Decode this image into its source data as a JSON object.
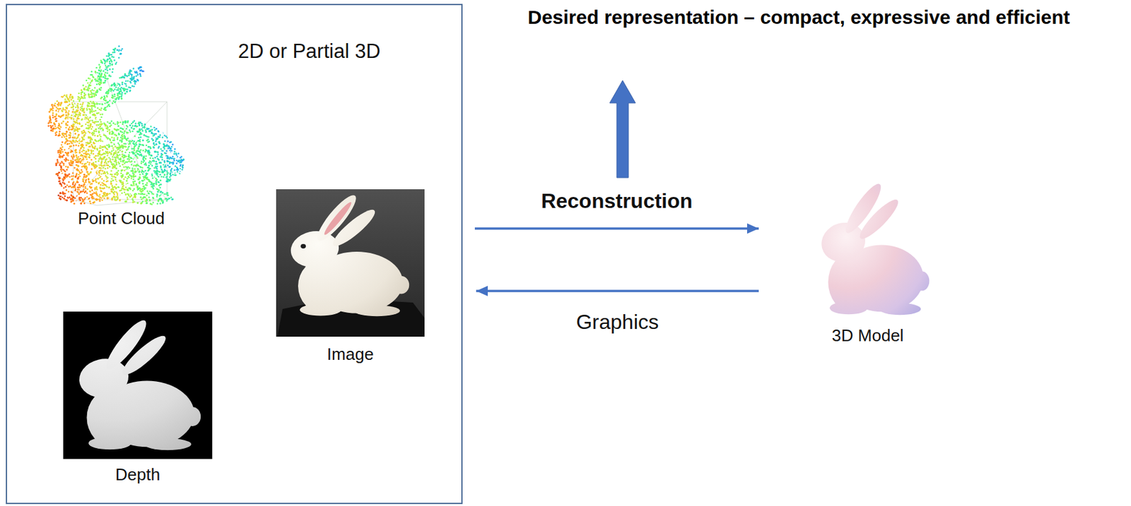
{
  "diagram": {
    "nodes": [
      {
        "text": [
          "2D or Partial 3D"
        ]
      },
      {
        "text": [
          "Point Cloud"
        ],
        "in": 0
      },
      {
        "text": [
          "Image"
        ],
        "in": 0
      },
      {
        "text": [
          "Depth"
        ],
        "in": 0
      },
      {
        "text": [
          "3D Model"
        ]
      }
    ],
    "edges": [
      {
        "from": 0,
        "to": 4,
        "arrow": "to",
        "label": "Reconstruction"
      },
      {
        "from": 4,
        "to": 0,
        "arrow": "to",
        "label": "Graphics"
      }
    ],
    "labels": [
      "Desired representation – compact, expressive and efficient"
    ]
  }
}
